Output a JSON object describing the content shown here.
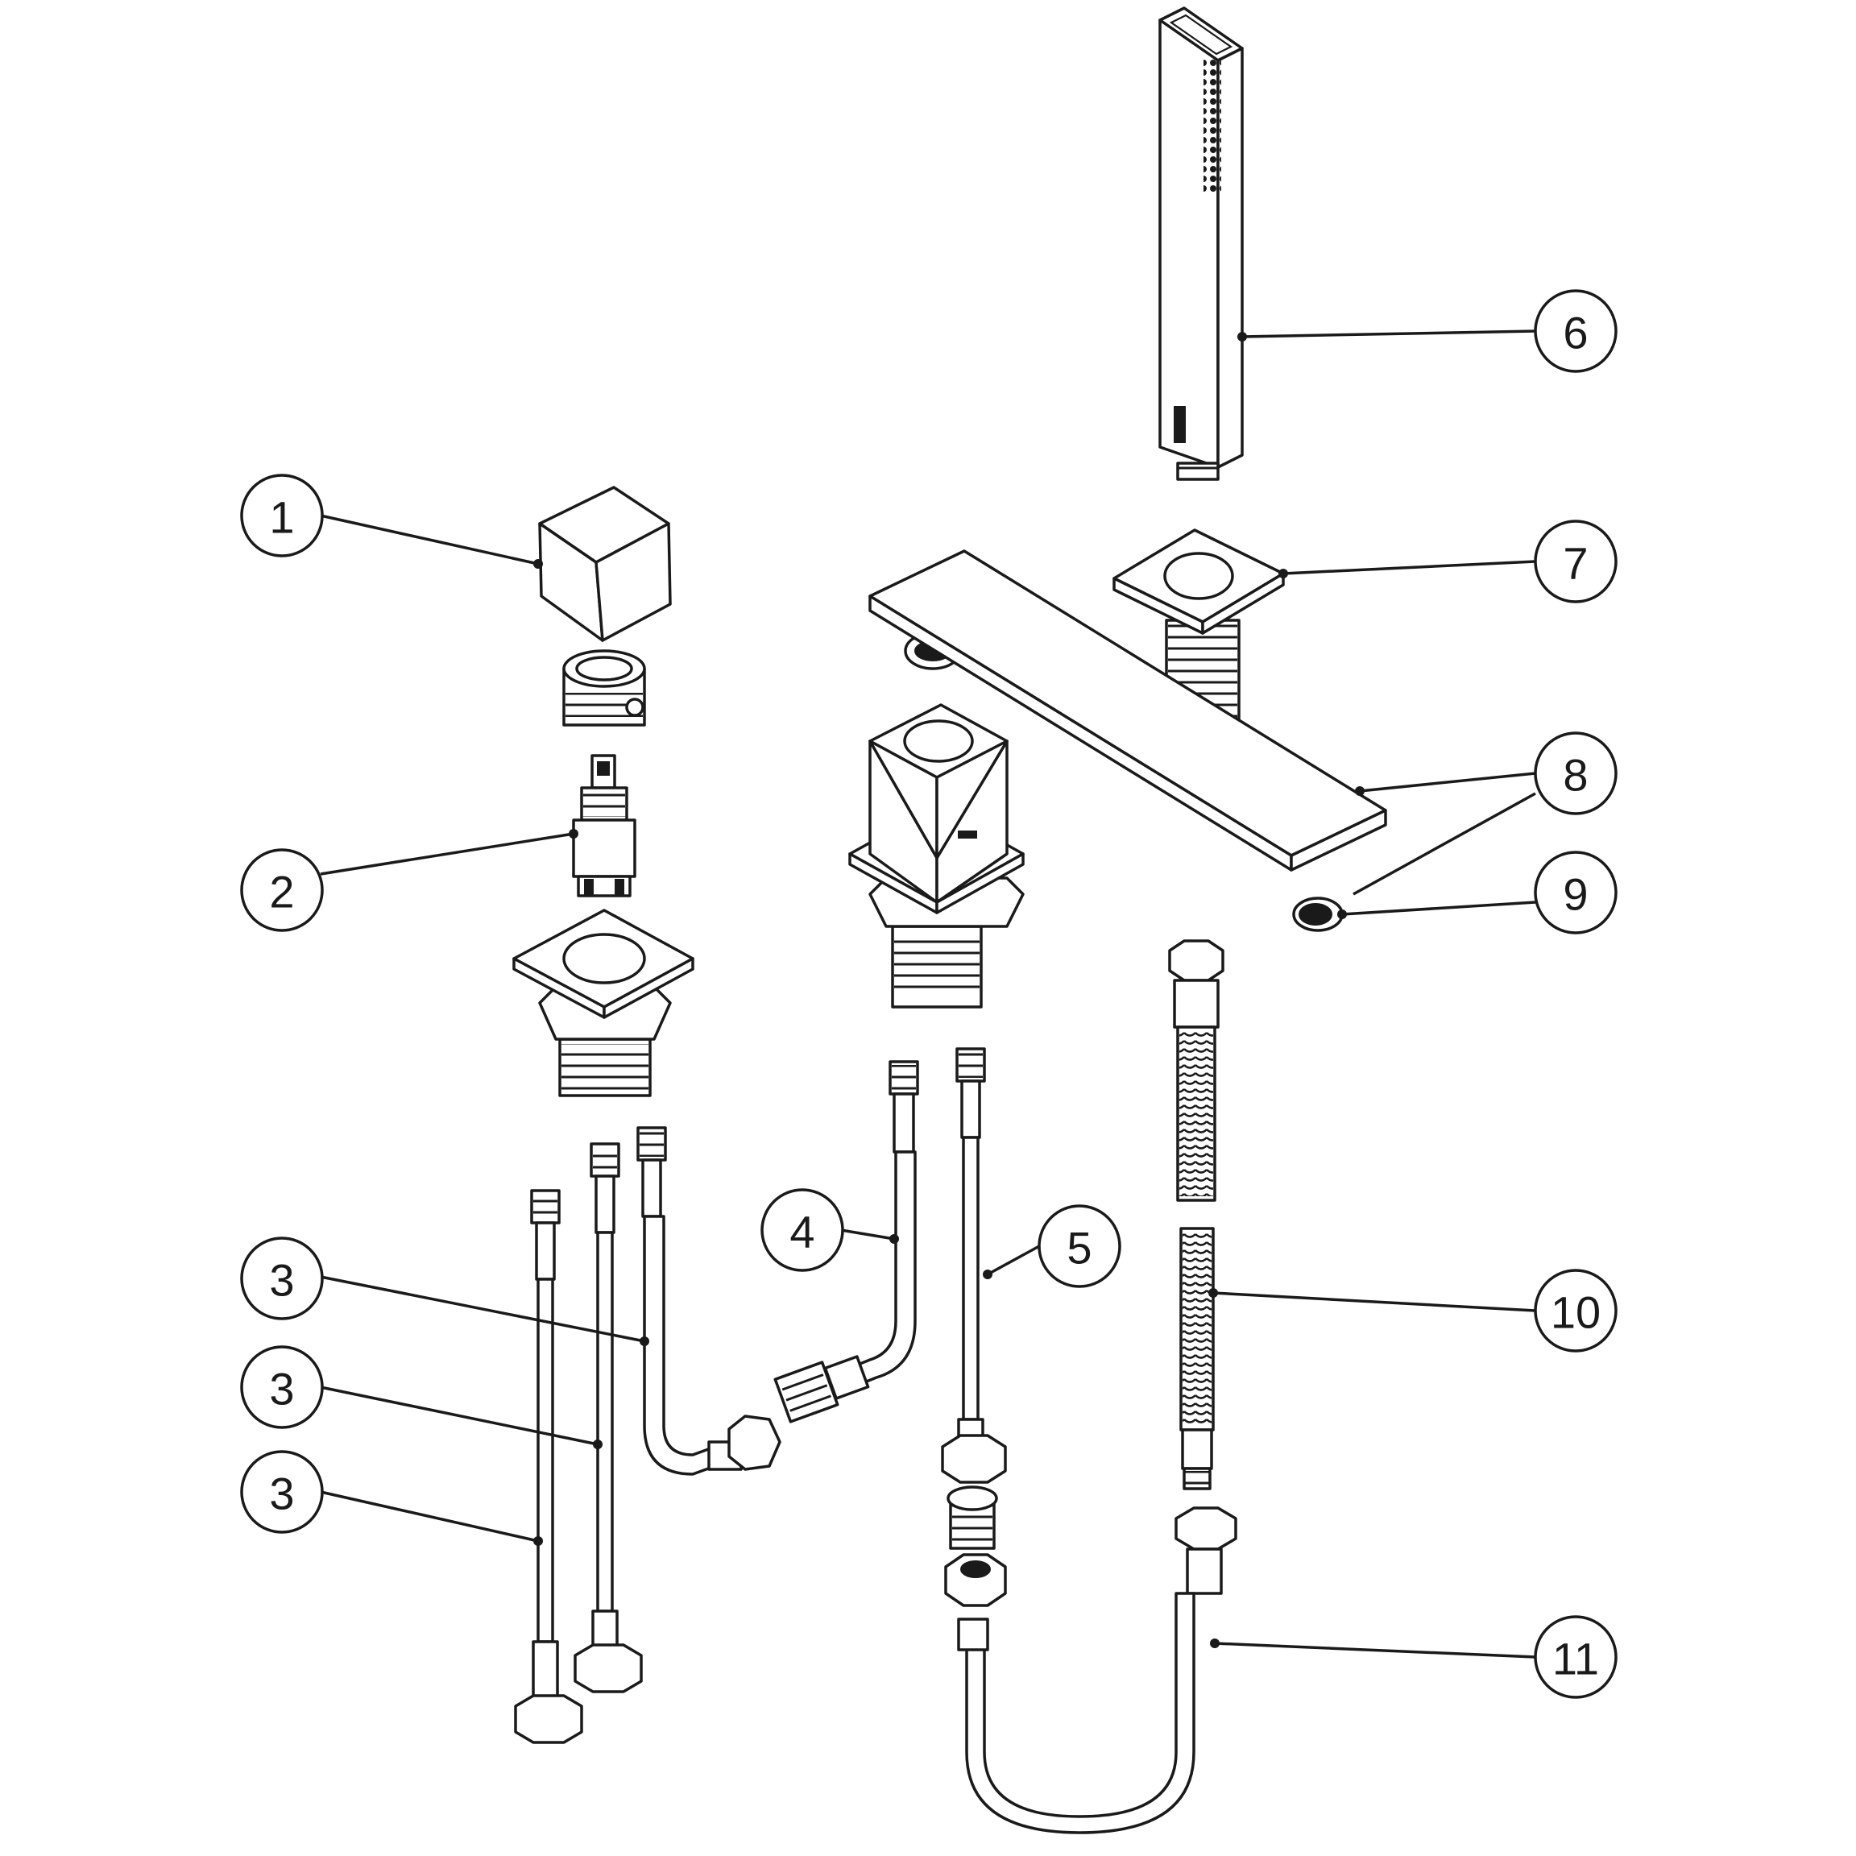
{
  "callouts": [
    {
      "label": "1"
    },
    {
      "label": "2"
    },
    {
      "label": "3"
    },
    {
      "label": "3"
    },
    {
      "label": "3"
    },
    {
      "label": "4"
    },
    {
      "label": "5"
    },
    {
      "label": "6"
    },
    {
      "label": "7"
    },
    {
      "label": "8"
    },
    {
      "label": "9"
    },
    {
      "label": "10"
    },
    {
      "label": "11"
    }
  ]
}
